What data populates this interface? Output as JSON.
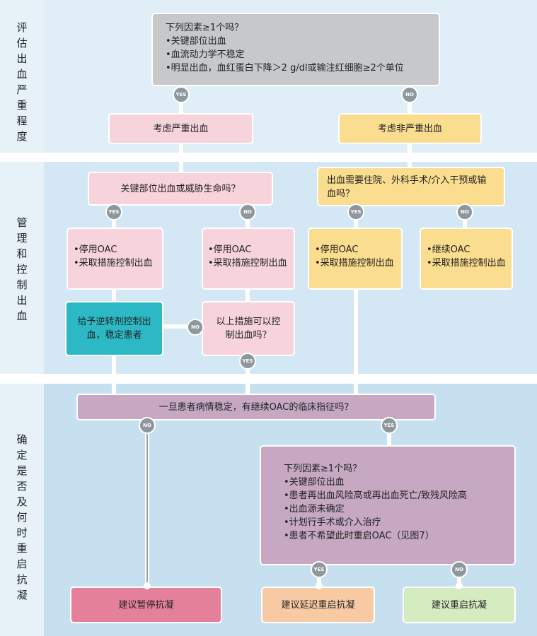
{
  "sections": [
    {
      "label": "评估出血严重程度"
    },
    {
      "label": "管理和控制出血"
    },
    {
      "label": "确定是否及何时重启抗凝"
    }
  ],
  "badges": {
    "yes": "YES",
    "no": "NO"
  },
  "q1": {
    "title": "下列因素≥1个吗？",
    "items": [
      "关键部位出血",
      "血流动力学不稳定",
      "明显出血，血红蛋白下降＞2 g/dl或输注红细胞≥2个单位"
    ]
  },
  "major_bleed": "考虑严重出血",
  "nonmajor_bleed": "考虑非严重出血",
  "q_critical": "关键部位出血或威胁生命吗？",
  "q_hospital": "出血需要住院、外科手术/介入干预或输血吗？",
  "stop_oac_a": [
    "停用OAC",
    "采取措施控制出血"
  ],
  "stop_oac_b": [
    "停用OAC",
    "采取措施控制出血"
  ],
  "stop_oac_c": [
    "停用OAC",
    "采取措施控制出血"
  ],
  "continue_oac": [
    "继续OAC",
    "采取措施控制出血"
  ],
  "reversal": "给予逆转剂控制出血，稳定患者",
  "q_controlled": "以上措施可以控制出血吗？",
  "q_indication": "一旦患者病情稳定，有继续OAC的临床指征吗？",
  "q2": {
    "title": "下列因素≥1个吗？",
    "items": [
      "关键部位出血",
      "患者再出血风险高或再出血死亡/致残风险高",
      "出血源未确定",
      "计划行手术或介入治疗",
      "患者不希望此时重启OAC（见图7）"
    ]
  },
  "outcome_stop": "建议暂停抗凝",
  "outcome_delay": "建议延迟重启抗凝",
  "outcome_restart": "建议重启抗凝",
  "colors": {
    "gray": "#c6c8ca",
    "pink": "#f7d3dc",
    "orange": "#fbdd8f",
    "teal": "#2cb9c5",
    "purple": "#c6a8c3",
    "rose": "#e5809a",
    "peach": "#f7caa3",
    "green": "#d5ebc0"
  }
}
